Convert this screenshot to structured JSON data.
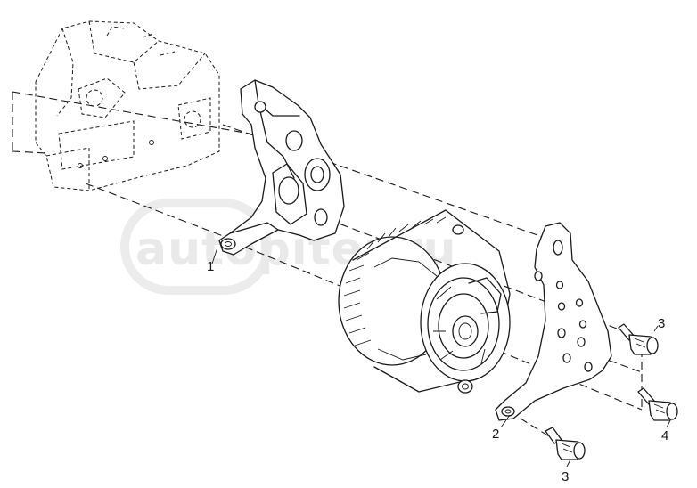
{
  "diagram": {
    "watermark": "autopiter.ru",
    "callouts": {
      "c1": "1",
      "c2": "2",
      "c3a": "3",
      "c3b": "3",
      "c4": "4"
    }
  }
}
